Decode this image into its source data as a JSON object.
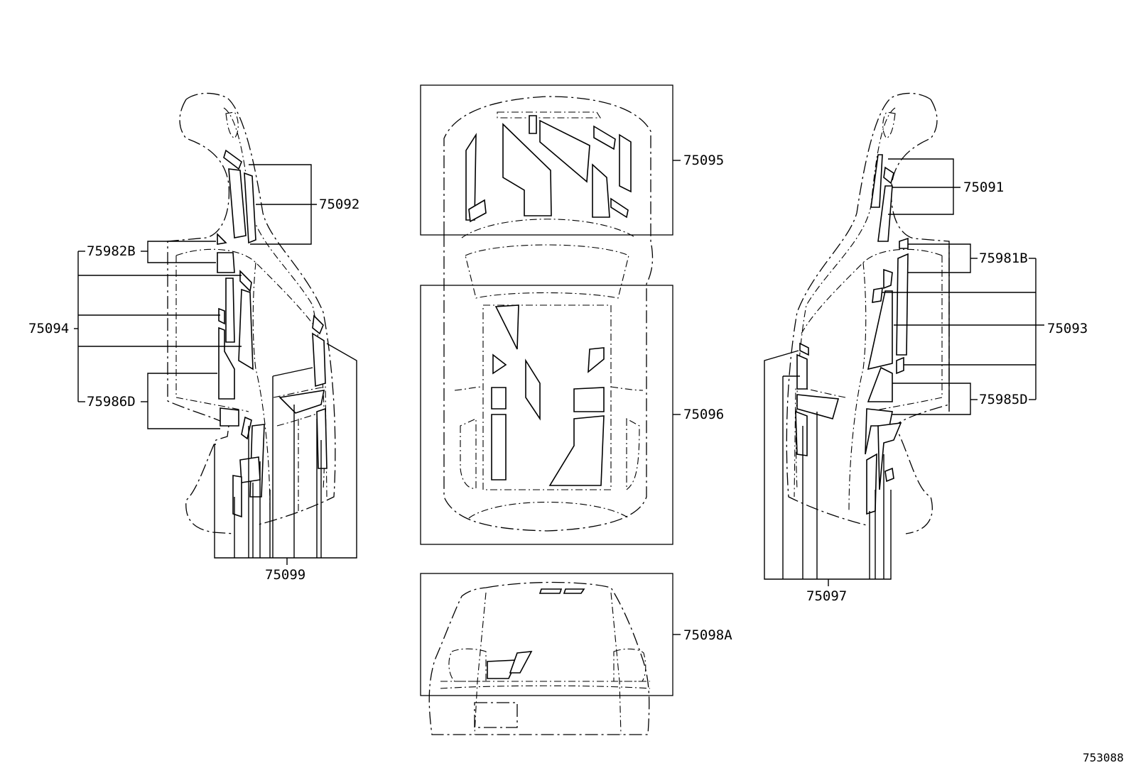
{
  "labels": {
    "p75092": "75092",
    "p75982b": "75982B",
    "p75094": "75094",
    "p75986d": "75986D",
    "p75099": "75099",
    "p75095": "75095",
    "p75096": "75096",
    "p75098a": "75098A",
    "p75091": "75091",
    "p75981b": "75981B",
    "p75093": "75093",
    "p75985d": "75985D",
    "p75097": "75097"
  },
  "diagram_ref": "753088"
}
